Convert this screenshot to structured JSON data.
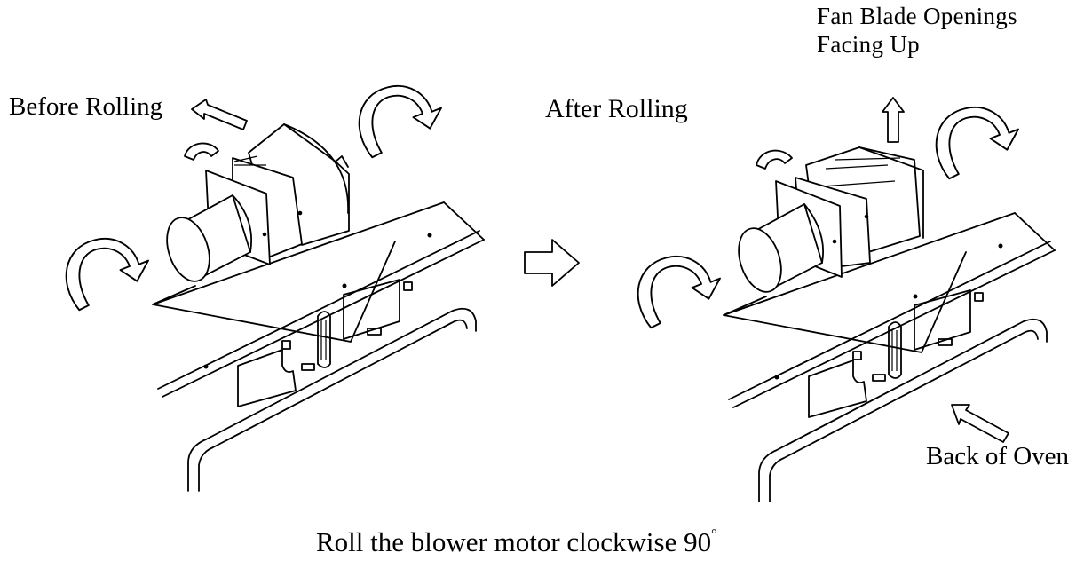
{
  "labels": {
    "before_rolling": "Before Rolling",
    "after_rolling": "After Rolling",
    "fan_blade_line1": "Fan Blade Openings",
    "fan_blade_line2": "Facing Up",
    "back_of_oven": "Back of Oven",
    "caption_text": "Roll the blower motor clockwise 90",
    "caption_degree": "°"
  }
}
